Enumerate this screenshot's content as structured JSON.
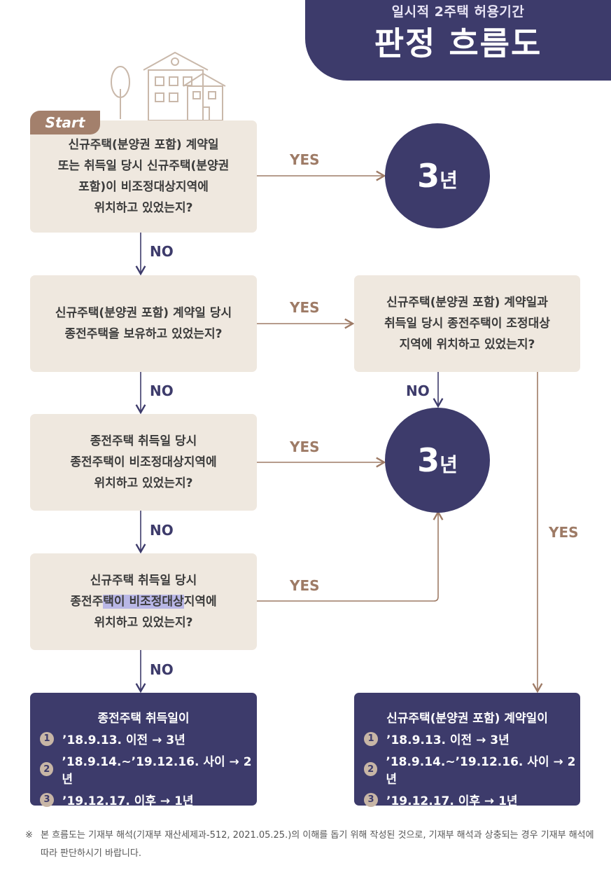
{
  "header": {
    "subtitle": "일시적 2주택 허용기간",
    "title": "판정 흐름도"
  },
  "start_label": "Start",
  "questions": [
    {
      "text": "신규주택(분양권 포함) 계약일\n또는 취득일 당시 신규주택(분양권\n포함)이 비조정대상지역에\n위치하고 있었는지?"
    },
    {
      "text": "신규주택(분양권 포함) 계약일 당시\n종전주택을 보유하고 있었는지?"
    },
    {
      "text": "신규주택(분양권 포함) 계약일과\n취득일 당시 종전주택이 조정대상\n지역에 위치하고 있었는지?"
    },
    {
      "text": "종전주택 취득일 당시\n종전주택이 비조정대상지역에\n위치하고 있었는지?"
    },
    {
      "q4_line1": "신규주택 취득일 당시",
      "q4_line2_pre": "종전주",
      "q4_line2_hl": "택이 비조정대상",
      "q4_line2_post": "지역에",
      "q4_line3": "위치하고 있었는지?"
    }
  ],
  "circles": [
    {
      "num": "3",
      "unit": "년"
    },
    {
      "num": "3",
      "unit": "년"
    }
  ],
  "labels": {
    "yes": "YES",
    "no": "NO"
  },
  "results": [
    {
      "title": "종전주택 취득일이",
      "items": [
        {
          "badge": "1",
          "text": "’18.9.13. 이전 → 3년"
        },
        {
          "badge": "2",
          "text": "’18.9.14.~’19.12.16. 사이 → 2년"
        },
        {
          "badge": "3",
          "text": "’19.12.17. 이후 → 1년"
        }
      ]
    },
    {
      "title": "신규주택(분양권 포함) 계약일이",
      "items": [
        {
          "badge": "1",
          "text": "’18.9.13. 이전 → 3년"
        },
        {
          "badge": "2",
          "text": "’18.9.14.~’19.12.16. 사이 → 2년"
        },
        {
          "badge": "3",
          "text": "’19.12.17. 이후 → 1년"
        }
      ]
    }
  ],
  "footnote": {
    "mark": "※",
    "text": "본 흐름도는 기재부 해석(기재부 재산세제과-512, 2021.05.25.)의 이해를 돕기 위해 작성된 것으로, 기재부 해석과 상충되는 경우 기재부 해석에 따라 판단하시기 바랍니다."
  },
  "colors": {
    "navy": "#3d3b6b",
    "beige": "#efe8df",
    "brown": "#9e7b66"
  }
}
